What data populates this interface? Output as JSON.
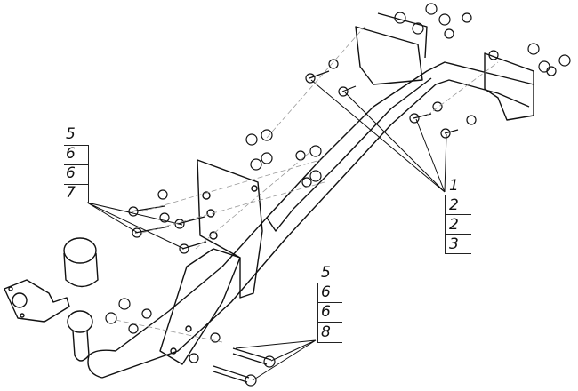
{
  "callouts": {
    "left": [
      "5",
      "6",
      "6",
      "7"
    ],
    "right": [
      "1",
      "2",
      "2",
      "3"
    ],
    "bottom": [
      "5",
      "6",
      "6",
      "8"
    ]
  }
}
